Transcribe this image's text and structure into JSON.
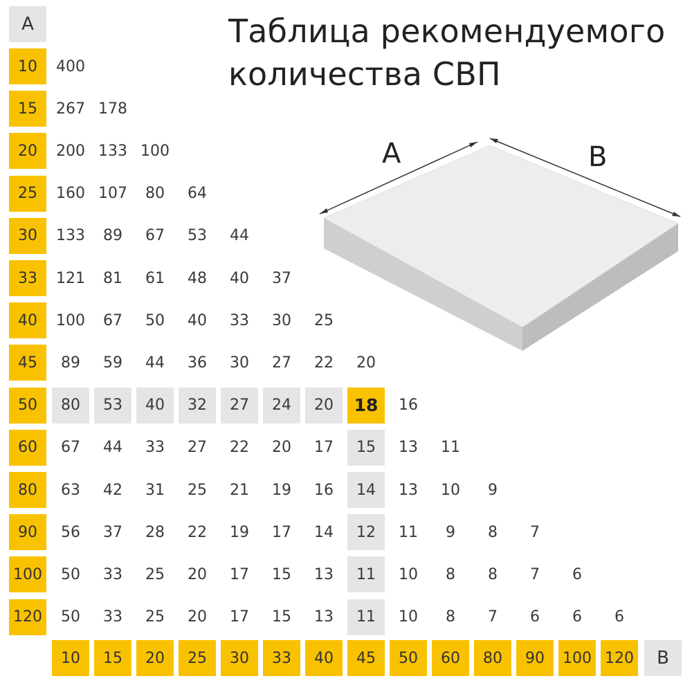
{
  "title": {
    "line1": "Таблица рекомендуемого",
    "line2": "количества СВП"
  },
  "axis": {
    "a_label": "A",
    "b_label": "B"
  },
  "diagram": {
    "side_a": "A",
    "side_b": "B"
  },
  "table": {
    "rows_a": [
      "10",
      "15",
      "20",
      "25",
      "30",
      "33",
      "40",
      "45",
      "50",
      "60",
      "80",
      "90",
      "100",
      "120"
    ],
    "cols_b": [
      "10",
      "15",
      "20",
      "25",
      "30",
      "33",
      "40",
      "45",
      "50",
      "60",
      "80",
      "90",
      "100",
      "120"
    ],
    "values": [
      [
        "400"
      ],
      [
        "267",
        "178"
      ],
      [
        "200",
        "133",
        "100"
      ],
      [
        "160",
        "107",
        "80",
        "64"
      ],
      [
        "133",
        "89",
        "67",
        "53",
        "44"
      ],
      [
        "121",
        "81",
        "61",
        "48",
        "40",
        "37"
      ],
      [
        "100",
        "67",
        "50",
        "40",
        "33",
        "30",
        "25"
      ],
      [
        "89",
        "59",
        "44",
        "36",
        "30",
        "27",
        "22",
        "20"
      ],
      [
        "80",
        "53",
        "40",
        "32",
        "27",
        "24",
        "20",
        "18",
        "16"
      ],
      [
        "67",
        "44",
        "33",
        "27",
        "22",
        "20",
        "17",
        "15",
        "13",
        "11"
      ],
      [
        "63",
        "42",
        "31",
        "25",
        "21",
        "19",
        "16",
        "14",
        "13",
        "10",
        "9"
      ],
      [
        "56",
        "37",
        "28",
        "22",
        "19",
        "17",
        "14",
        "12",
        "11",
        "9",
        "8",
        "7"
      ],
      [
        "50",
        "33",
        "25",
        "20",
        "17",
        "15",
        "13",
        "11",
        "10",
        "8",
        "8",
        "7",
        "6"
      ],
      [
        "50",
        "33",
        "25",
        "20",
        "17",
        "15",
        "13",
        "11",
        "10",
        "8",
        "7",
        "6",
        "6",
        "6"
      ]
    ],
    "highlight": {
      "row_a": "50",
      "col_b": "45",
      "value": "18"
    }
  },
  "colors": {
    "yellow": "#f9c200",
    "gray": "#e5e5e5",
    "white": "#ffffff"
  }
}
